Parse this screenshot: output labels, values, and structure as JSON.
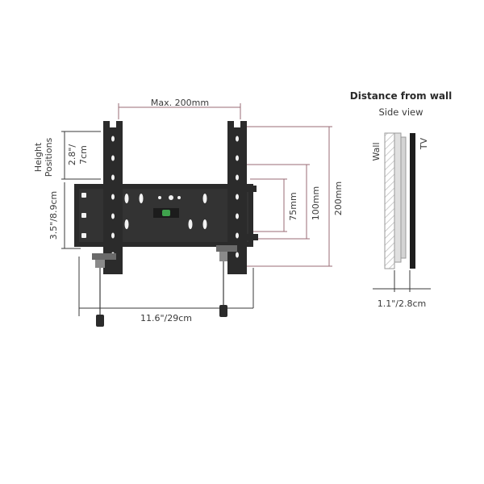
{
  "main_view": {
    "dim_max_width": "Max. 200mm",
    "height_positions_label_1": "Height",
    "height_positions_label_2": "Positions",
    "dim_height_step_1": "2.8\"/",
    "dim_height_step_2": "7cm",
    "dim_plate_height": "3.5\"/8.9cm",
    "dim_vesa_75": "75mm",
    "dim_vesa_100": "100mm",
    "dim_vesa_200": "200mm",
    "dim_bottom_width": "11.6\"/29cm"
  },
  "side_view": {
    "title": "Distance from wall",
    "subtitle": "Side view",
    "wall_label": "Wall",
    "tv_label": "TV",
    "dim_depth": "1.1\"/2.8cm"
  },
  "colors": {
    "bracket": "#2b2b2b",
    "dimension_line": "#9a6b74",
    "level_bubble": "#3fa34d"
  }
}
